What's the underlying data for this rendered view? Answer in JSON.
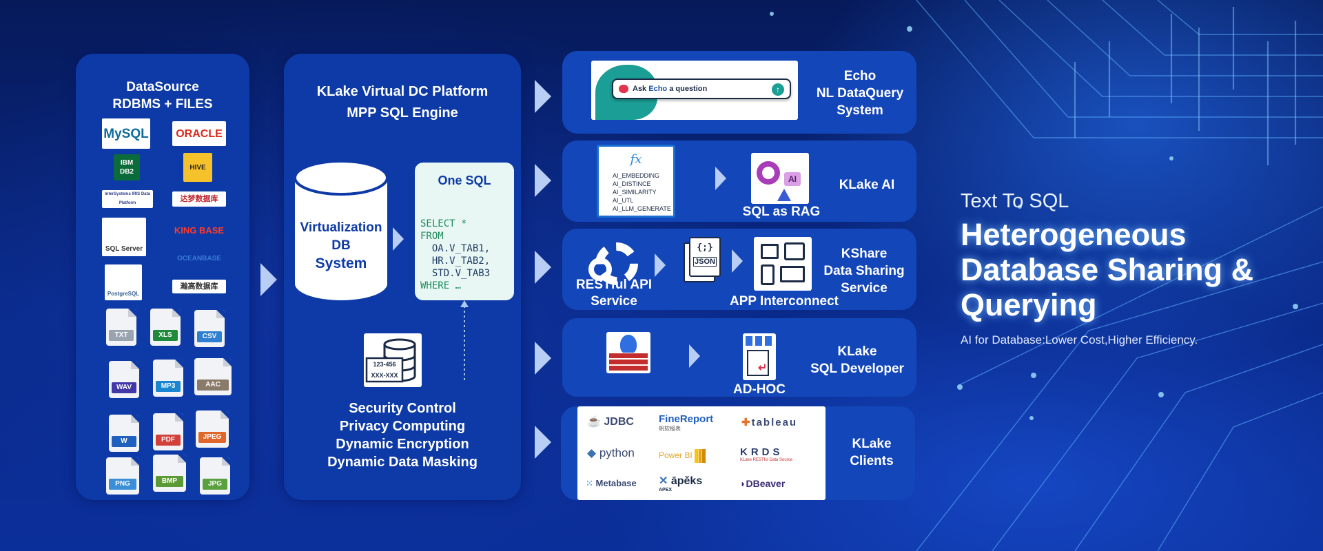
{
  "datasource": {
    "title_line1": "DataSource",
    "title_line2": "RDBMS + FILES",
    "db_logos": [
      {
        "icon": "mysql-logo",
        "label": "MySQL"
      },
      {
        "icon": "oracle-logo",
        "label": "ORACLE"
      },
      {
        "icon": "ibm-db2-logo",
        "label": "IBM DB2"
      },
      {
        "icon": "hive-logo",
        "label": "HIVE"
      },
      {
        "icon": "intersystems-iris-logo",
        "label": "InterSystems IRIS Data Platform"
      },
      {
        "icon": "dameng-logo",
        "label": "达梦数据库"
      },
      {
        "icon": "sql-server-logo",
        "label": "SQL Server"
      },
      {
        "icon": "kingbase-logo",
        "label": "KING BASE"
      },
      {
        "icon": "oceanbase-logo",
        "label": "OCEANBASE"
      },
      {
        "icon": "postgresql-logo",
        "label": "PostgreSQL"
      },
      {
        "icon": "hangao-logo",
        "label": "瀚高数据库"
      }
    ],
    "files": [
      {
        "label": "TXT",
        "color": "#9aa3b0"
      },
      {
        "label": "XLS",
        "color": "#1f8a3a"
      },
      {
        "label": "CSV",
        "color": "#2f7fd0"
      },
      {
        "label": "WAV",
        "color": "#4338a8"
      },
      {
        "label": "MP3",
        "color": "#1a86cf"
      },
      {
        "label": "AAC",
        "color": "#8a7a6a"
      },
      {
        "label": "W",
        "color": "#1f5fbd"
      },
      {
        "label": "PDF",
        "color": "#d2403a"
      },
      {
        "label": "JPEG",
        "color": "#e0672b"
      },
      {
        "label": "PNG",
        "color": "#3a8fd6"
      },
      {
        "label": "BMP",
        "color": "#5c9a35"
      },
      {
        "label": "JPG",
        "color": "#5aa03f"
      }
    ]
  },
  "platform": {
    "title_line1": "KLake Virtual DC Platform",
    "title_line2": "MPP SQL Engine",
    "db_label_1": "Virtualization",
    "db_label_2": "DB",
    "db_label_3": "System",
    "sql_title": "One SQL",
    "sql_lines": [
      "SELECT *",
      "FROM",
      "  OA.V_TAB1,",
      "  HR.V_TAB2,",
      "  STD.V_TAB3",
      "WHERE …"
    ],
    "security_badge_top": "123-456",
    "security_badge_bottom": "XXX-XXX",
    "security_lines": [
      "Security Control",
      "Privacy Computing",
      "Dynamic Encryption",
      "Dynamic Data Masking"
    ]
  },
  "rows": {
    "echo": {
      "prompt_prefix": "Ask ",
      "prompt_bold": "Echo",
      "prompt_suffix": " a question",
      "label_line1": "Echo",
      "label_line2": "NL DataQuery",
      "label_line3": "System"
    },
    "ai": {
      "fx_symbol": "fx",
      "functions": [
        "AI_EMBEDDING",
        "AI_DISTINCE",
        "AI_SIMILARITY",
        "AI_UTL",
        "AI_LLM_GENERATE"
      ],
      "rag_badge": "AI",
      "rag_caption": "SQL as RAG",
      "label": "KLake AI"
    },
    "kshare": {
      "api_caption_line1": "RESTful API",
      "api_caption_line2": "Service",
      "json_label": "JSON",
      "json_braces": "{;}",
      "app_caption": "APP Interconnect",
      "label_line1": "KShare",
      "label_line2": "Data Sharing",
      "label_line3": "Service"
    },
    "developer": {
      "adhoc_caption": "AD-HOC",
      "label_line1": "KLake",
      "label_line2": "SQL Developer"
    },
    "clients": {
      "items": [
        "JDBC",
        "FineReport",
        "tableau",
        "python",
        "Power BI",
        "KRDS",
        "Metabase",
        "āpěks",
        "DBeaver"
      ],
      "finereport_sub": "帆软报表",
      "krds_sub": "KLake RESTful Data Source",
      "apex_sub": "APEX",
      "label_line1": "KLake",
      "label_line2": "Clients"
    }
  },
  "hero": {
    "kicker": "Text To SQL",
    "headline_line1": "Heterogeneous",
    "headline_line2": "Database Sharing &",
    "headline_line3": "Querying",
    "subtitle": "AI for Database:Lower Cost,Higher Efficiency."
  },
  "colors": {
    "panel": "#0d3aa6",
    "row_panel": "#1346b8",
    "arrow": "#b9cef5",
    "sql_bg": "#e8f7f4",
    "sql_keyword": "#1e8a5a"
  }
}
